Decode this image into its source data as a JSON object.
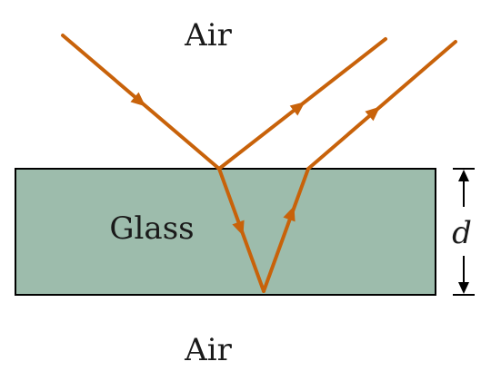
{
  "labels": {
    "air_top": "Air",
    "glass": "Glass",
    "air_bottom": "Air",
    "thickness": "d"
  },
  "colors": {
    "ray": "#c8620a",
    "glass_fill": "#9dbcac",
    "glass_border": "#000000"
  }
}
